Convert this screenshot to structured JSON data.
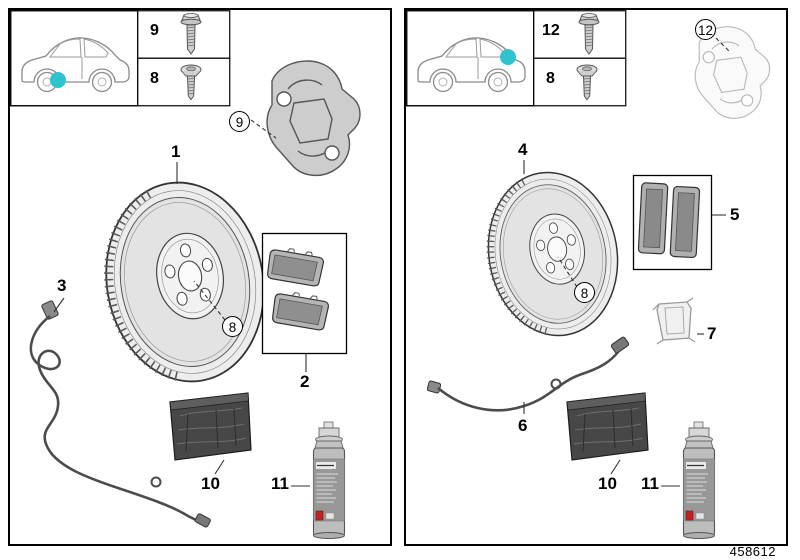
{
  "diagram_number": "458612",
  "colors": {
    "location_dot": "#2fc3cd"
  },
  "front": {
    "inset_screw_top": "9",
    "inset_screw_bottom": "8",
    "callout_disc": "1",
    "callout_pads": "2",
    "callout_sensor": "3",
    "callout_carrier": "9",
    "callout_hub_screw": "8",
    "callout_paste": "10",
    "callout_spray": "11"
  },
  "rear": {
    "inset_screw_top": "12",
    "inset_screw_bottom": "8",
    "callout_disc": "4",
    "callout_pads": "5",
    "callout_sensor": "6",
    "callout_clip": "7",
    "callout_carrier": "12",
    "callout_hub_screw": "8",
    "callout_paste": "10",
    "callout_spray": "11"
  }
}
